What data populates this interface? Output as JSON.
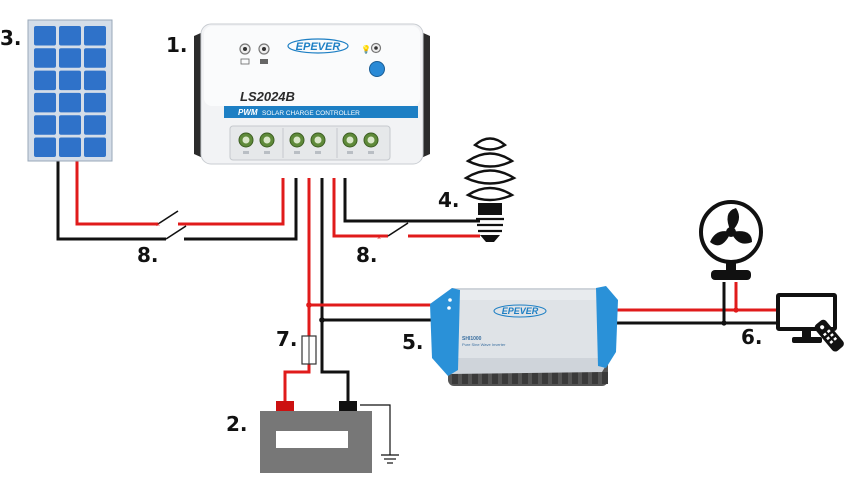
{
  "labels": {
    "controller": "1.",
    "battery": "2.",
    "solar_panel": "3.",
    "lamp": "4.",
    "inverter": "5.",
    "ac_loads": "6.",
    "fuse": "7.",
    "switch_pv": "8.",
    "switch_load": "8."
  },
  "controller": {
    "brand": "EPEVER",
    "model": "LS2024B",
    "band_prefix": "PWM",
    "band_text": "SOLAR CHARGE CONTROLLER"
  },
  "inverter": {
    "brand": "EPEVER",
    "model": "SHI1000",
    "subtitle": "Pure Sine Wave Inverter"
  },
  "colors": {
    "wire_positive": "#e01b1b",
    "wire_negative": "#111111",
    "accent_blue": "#1d7fc4",
    "panel_cell": "#2f72c9",
    "battery_body": "#777777",
    "battery_positive_terminal": "#cc1111"
  }
}
